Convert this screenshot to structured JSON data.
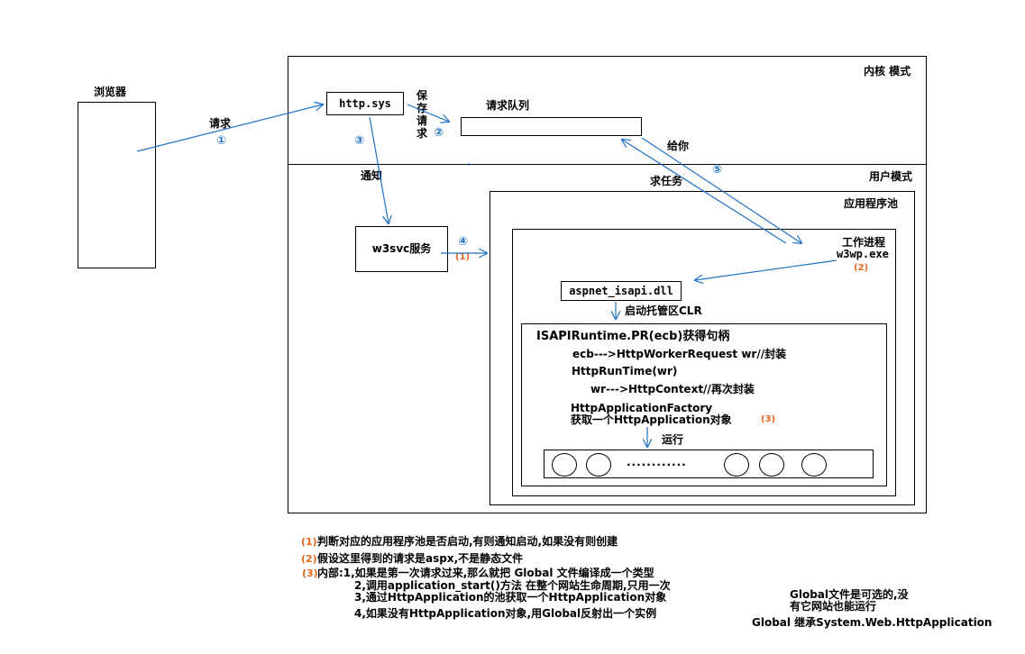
{
  "browser": {
    "label": "浏览器"
  },
  "kernel": {
    "label": "内核 模式"
  },
  "user": {
    "label": "用户模式"
  },
  "pool": {
    "label": "应用程序池"
  },
  "httpsys": {
    "label": "http.sys"
  },
  "queue": {
    "label": "请求队列"
  },
  "save_request": {
    "label": "保存请求"
  },
  "request": {
    "label": "请求"
  },
  "notify": {
    "label": "通知"
  },
  "w3svc": {
    "label": "w3svc服务"
  },
  "give_you": {
    "label": "给你"
  },
  "ask_task": {
    "label": "求任务"
  },
  "worker": {
    "label": "工作进程",
    "exe": "w3wp.exe"
  },
  "isapi": {
    "label": "aspnet_isapi.dll"
  },
  "clr": {
    "label": "启动托管区CLR"
  },
  "runtime": {
    "line1": "ISAPIRuntime.PR(ecb)获得句柄",
    "line2": "ecb--->HttpWorkerRequest wr//封装",
    "line3": "HttpRunTime(wr)",
    "line4": "wr--->HttpContext//再次封装",
    "line5": "HttpApplicationFactory",
    "line6": "获取一个HttpApplication对象",
    "run": "运行",
    "dots": "............"
  },
  "steps": {
    "s1": "①",
    "s2": "②",
    "s3": "③",
    "s4": "④",
    "s5": "⑤",
    "p1": "(1)",
    "p2": "(2)",
    "p3": "(3)"
  },
  "notes": {
    "n1_mark": "(1)",
    "n1": "判断对应的应用程序池是否启动,有则通知启动,如果没有则创建",
    "n2_mark": "(2)",
    "n2": "假设这里得到的请求是aspx,不是静态文件",
    "n3_mark": "(3)",
    "n3a": "内部:1,如果是第一次请求过来,那么就把 Global 文件编译成一个类型",
    "n3b": "2,调用application_start()方法  在整个网站生命周期,只用一次",
    "n3c": "3,通过HttpApplication的池获取一个HttpApplication对象",
    "n3d": "4,如果没有HttpApplication对象,用Global反射出一个实例",
    "g1": "Global文件是可选的,没",
    "g2": "有它网站也能运行",
    "g3": "Global 继承System.Web.HttpApplication"
  }
}
